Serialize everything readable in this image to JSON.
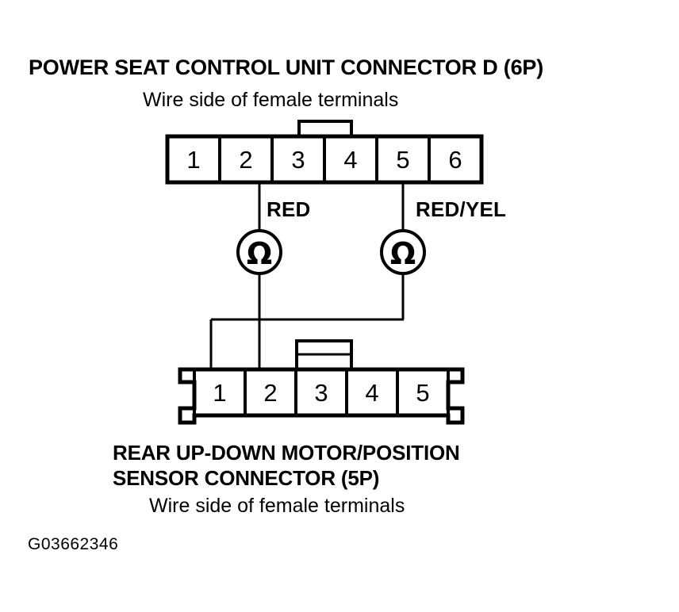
{
  "figure": {
    "code": "G03662346",
    "background_color": "#ffffff",
    "line_color": "#000000"
  },
  "top_connector": {
    "title": "POWER SEAT CONTROL UNIT CONNECTOR D (6P)",
    "subtitle": "Wire side of female terminals",
    "pin_count": 6,
    "pins": [
      "1",
      "2",
      "3",
      "4",
      "5",
      "6"
    ],
    "wired_pins": [
      "2",
      "5"
    ]
  },
  "bottom_connector": {
    "title_line1": "REAR UP-DOWN MOTOR/POSITION",
    "title_line2": "SENSOR CONNECTOR (5P)",
    "subtitle": "Wire side of female terminals",
    "pin_count": 5,
    "pins": [
      "1",
      "2",
      "3",
      "4",
      "5"
    ],
    "wired_pins": [
      "1",
      "2"
    ]
  },
  "meters": [
    {
      "name": "ohmmeter-left",
      "symbol": "Ω",
      "wire_label": "RED",
      "from_pin": "2",
      "to_pin": "2"
    },
    {
      "name": "ohmmeter-right",
      "symbol": "Ω",
      "wire_label": "RED/YEL",
      "from_pin": "5",
      "to_pin": "1"
    }
  ]
}
